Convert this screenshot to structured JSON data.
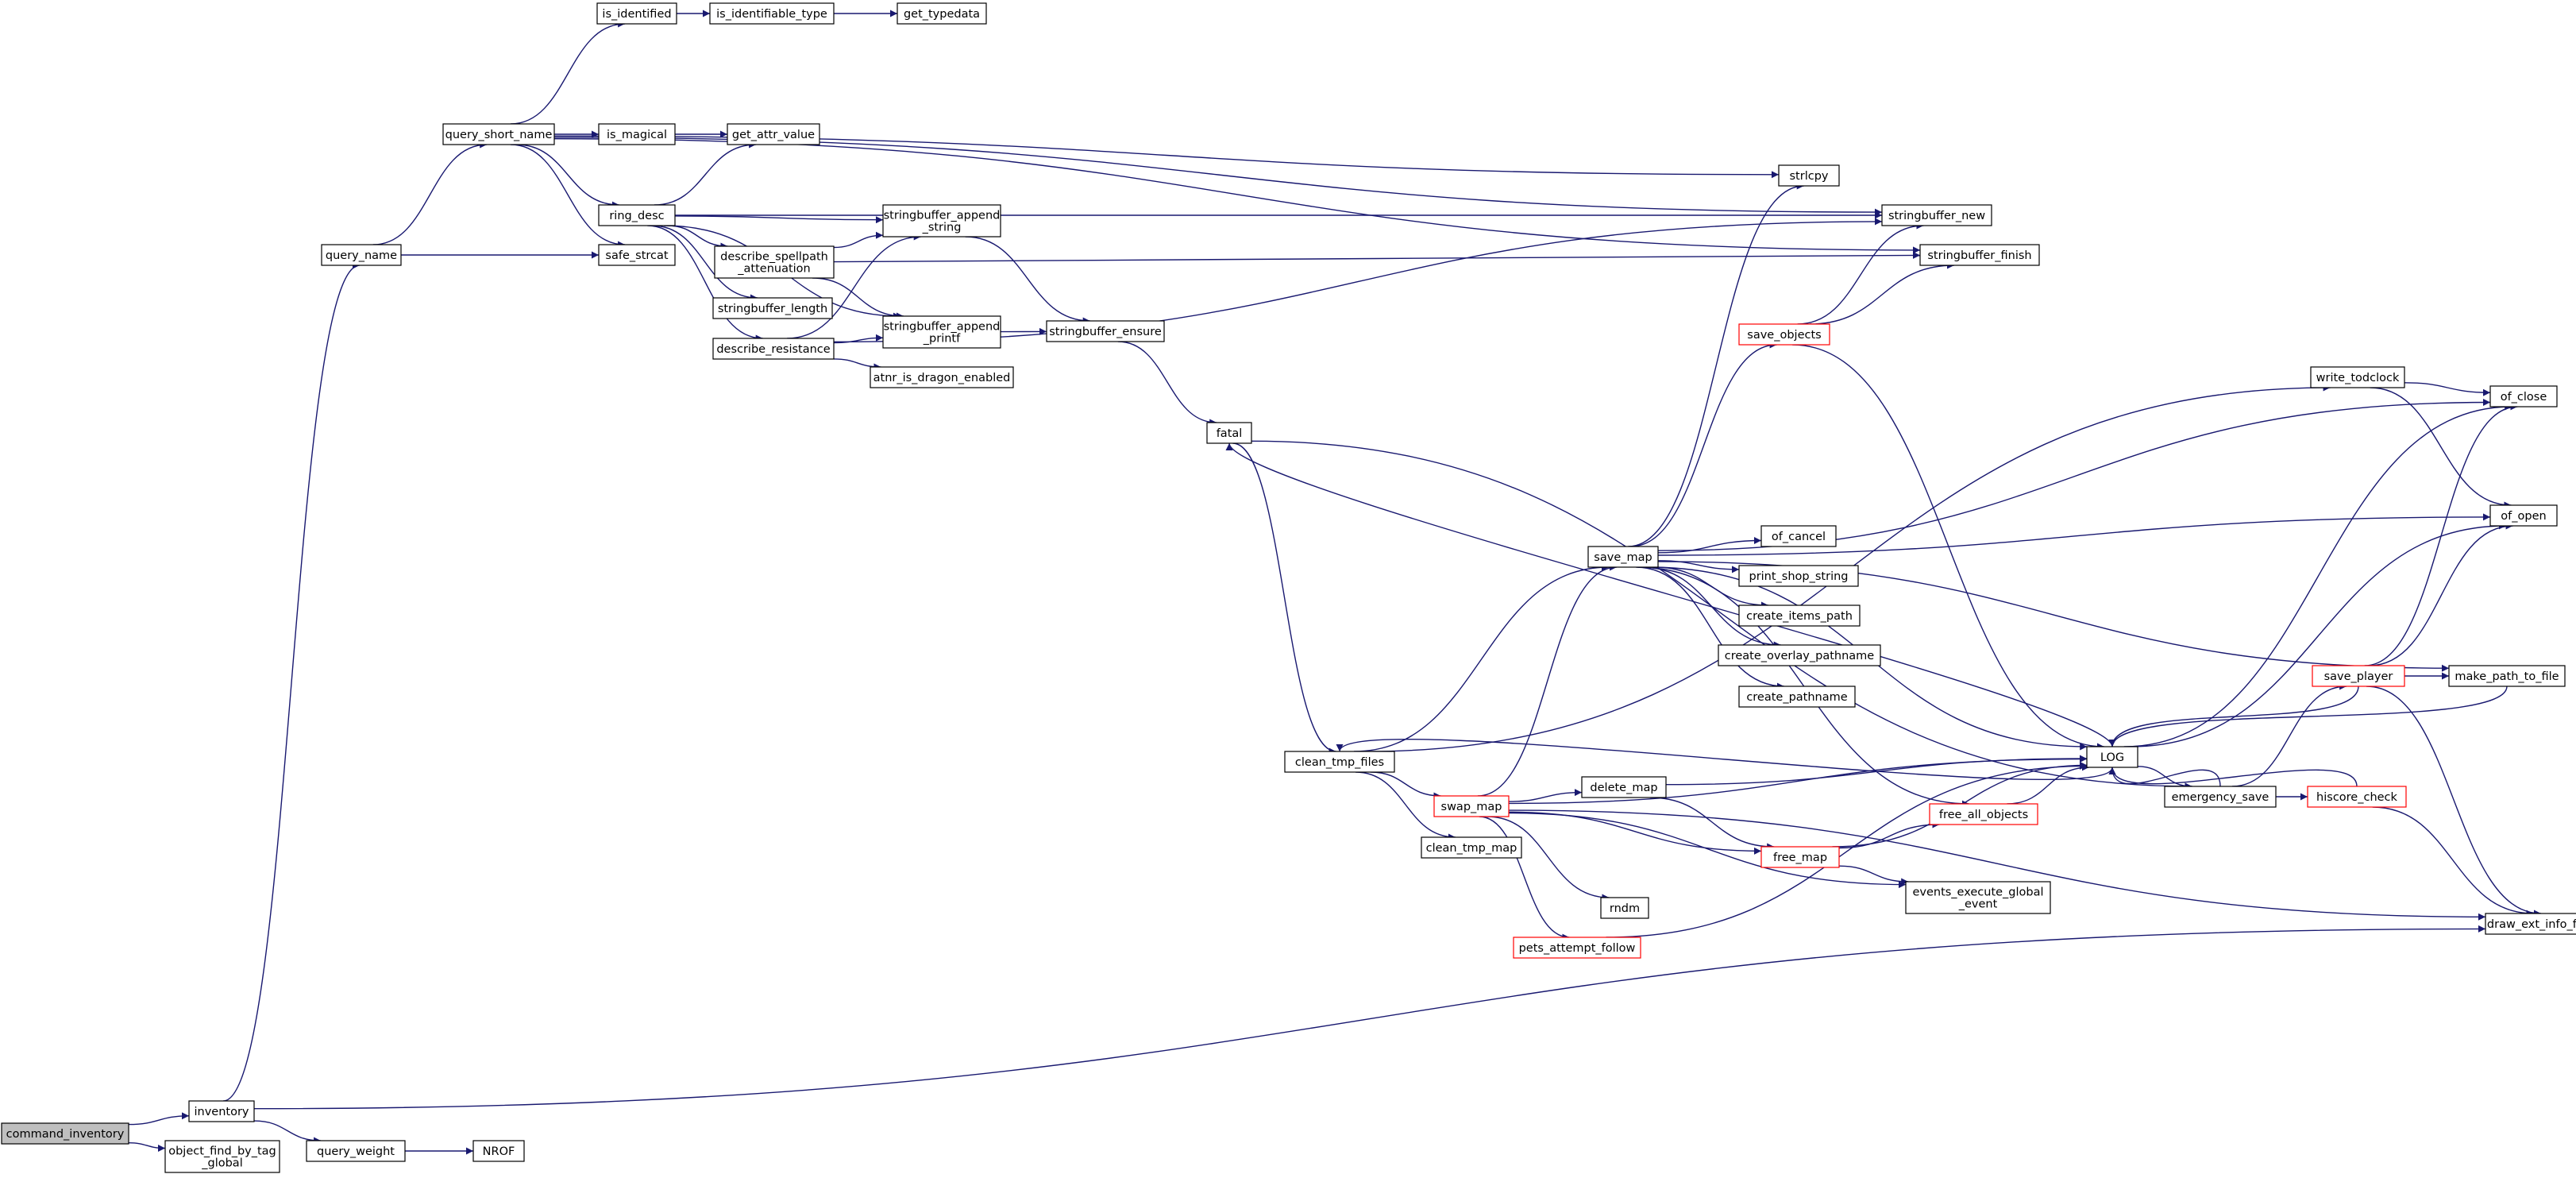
{
  "colors": {
    "edge": "#191970",
    "node_border_default": "#000000",
    "node_border_truncated": "#ff0000",
    "node_fill_root": "#bfbfbf",
    "node_fill_default": "#ffffff"
  },
  "nodes": [
    {
      "id": "command_inventory",
      "lines": [
        "command_inventory"
      ],
      "root": true
    },
    {
      "id": "inventory",
      "lines": [
        "inventory"
      ]
    },
    {
      "id": "object_find_by_tag_global",
      "lines": [
        "object_find_by_tag",
        "_global"
      ]
    },
    {
      "id": "query_weight",
      "lines": [
        "query_weight"
      ]
    },
    {
      "id": "NROF",
      "lines": [
        "NROF"
      ]
    },
    {
      "id": "query_name",
      "lines": [
        "query_name"
      ]
    },
    {
      "id": "query_short_name",
      "lines": [
        "query_short_name"
      ]
    },
    {
      "id": "safe_strcat",
      "lines": [
        "safe_strcat"
      ]
    },
    {
      "id": "is_identified",
      "lines": [
        "is_identified"
      ]
    },
    {
      "id": "is_identifiable_type",
      "lines": [
        "is_identifiable_type"
      ]
    },
    {
      "id": "get_typedata",
      "lines": [
        "get_typedata"
      ]
    },
    {
      "id": "is_magical",
      "lines": [
        "is_magical"
      ]
    },
    {
      "id": "get_attr_value",
      "lines": [
        "get_attr_value"
      ]
    },
    {
      "id": "ring_desc",
      "lines": [
        "ring_desc"
      ]
    },
    {
      "id": "stringbuffer_append_string",
      "lines": [
        "stringbuffer_append",
        "_string"
      ]
    },
    {
      "id": "describe_spellpath_attenuation",
      "lines": [
        "describe_spellpath",
        "_attenuation"
      ]
    },
    {
      "id": "stringbuffer_length",
      "lines": [
        "stringbuffer_length"
      ]
    },
    {
      "id": "describe_resistance",
      "lines": [
        "describe_resistance"
      ]
    },
    {
      "id": "stringbuffer_append_printf",
      "lines": [
        "stringbuffer_append",
        "_printf"
      ]
    },
    {
      "id": "atnr_is_dragon_enabled",
      "lines": [
        "atnr_is_dragon_enabled"
      ]
    },
    {
      "id": "stringbuffer_ensure",
      "lines": [
        "stringbuffer_ensure"
      ]
    },
    {
      "id": "fatal",
      "lines": [
        "fatal"
      ]
    },
    {
      "id": "strlcpy",
      "lines": [
        "strlcpy"
      ]
    },
    {
      "id": "stringbuffer_new",
      "lines": [
        "stringbuffer_new"
      ]
    },
    {
      "id": "stringbuffer_finish",
      "lines": [
        "stringbuffer_finish"
      ]
    },
    {
      "id": "clean_tmp_files",
      "lines": [
        "clean_tmp_files"
      ]
    },
    {
      "id": "save_map",
      "lines": [
        "save_map"
      ]
    },
    {
      "id": "save_objects",
      "lines": [
        "save_objects"
      ],
      "truncated": true
    },
    {
      "id": "of_cancel",
      "lines": [
        "of_cancel"
      ]
    },
    {
      "id": "print_shop_string",
      "lines": [
        "print_shop_string"
      ]
    },
    {
      "id": "create_items_path",
      "lines": [
        "create_items_path"
      ]
    },
    {
      "id": "create_overlay_pathname",
      "lines": [
        "create_overlay_pathname"
      ]
    },
    {
      "id": "create_pathname",
      "lines": [
        "create_pathname"
      ]
    },
    {
      "id": "swap_map",
      "lines": [
        "swap_map"
      ],
      "truncated": true
    },
    {
      "id": "delete_map",
      "lines": [
        "delete_map"
      ]
    },
    {
      "id": "clean_tmp_map",
      "lines": [
        "clean_tmp_map"
      ]
    },
    {
      "id": "free_map",
      "lines": [
        "free_map"
      ],
      "truncated": true
    },
    {
      "id": "rndm",
      "lines": [
        "rndm"
      ]
    },
    {
      "id": "pets_attempt_follow",
      "lines": [
        "pets_attempt_follow"
      ],
      "truncated": true
    },
    {
      "id": "events_execute_global_event",
      "lines": [
        "events_execute_global",
        "_event"
      ]
    },
    {
      "id": "free_all_objects",
      "lines": [
        "free_all_objects"
      ],
      "truncated": true
    },
    {
      "id": "LOG",
      "lines": [
        "LOG"
      ]
    },
    {
      "id": "emergency_save",
      "lines": [
        "emergency_save"
      ]
    },
    {
      "id": "hiscore_check",
      "lines": [
        "hiscore_check"
      ],
      "truncated": true
    },
    {
      "id": "save_player",
      "lines": [
        "save_player"
      ],
      "truncated": true
    },
    {
      "id": "write_todclock",
      "lines": [
        "write_todclock"
      ]
    },
    {
      "id": "of_close",
      "lines": [
        "of_close"
      ]
    },
    {
      "id": "of_open",
      "lines": [
        "of_open"
      ]
    },
    {
      "id": "make_path_to_file",
      "lines": [
        "make_path_to_file"
      ]
    },
    {
      "id": "draw_ext_info_format",
      "lines": [
        "draw_ext_info_format"
      ]
    }
  ],
  "edges": [
    [
      "command_inventory",
      "inventory"
    ],
    [
      "command_inventory",
      "object_find_by_tag_global"
    ],
    [
      "inventory",
      "query_name"
    ],
    [
      "inventory",
      "query_weight"
    ],
    [
      "inventory",
      "draw_ext_info_format"
    ],
    [
      "query_weight",
      "NROF"
    ],
    [
      "query_name",
      "query_short_name"
    ],
    [
      "query_name",
      "safe_strcat"
    ],
    [
      "query_short_name",
      "is_identified"
    ],
    [
      "query_short_name",
      "is_magical"
    ],
    [
      "query_short_name",
      "ring_desc"
    ],
    [
      "query_short_name",
      "safe_strcat"
    ],
    [
      "query_short_name",
      "strlcpy"
    ],
    [
      "query_short_name",
      "stringbuffer_new"
    ],
    [
      "query_short_name",
      "stringbuffer_finish"
    ],
    [
      "is_identified",
      "is_identifiable_type"
    ],
    [
      "is_identifiable_type",
      "get_typedata"
    ],
    [
      "is_magical",
      "get_attr_value"
    ],
    [
      "ring_desc",
      "get_attr_value"
    ],
    [
      "ring_desc",
      "stringbuffer_append_string"
    ],
    [
      "ring_desc",
      "describe_spellpath_attenuation"
    ],
    [
      "ring_desc",
      "stringbuffer_length"
    ],
    [
      "ring_desc",
      "describe_resistance"
    ],
    [
      "ring_desc",
      "stringbuffer_append_printf"
    ],
    [
      "ring_desc",
      "stringbuffer_new"
    ],
    [
      "describe_spellpath_attenuation",
      "stringbuffer_append_string"
    ],
    [
      "describe_spellpath_attenuation",
      "stringbuffer_append_printf"
    ],
    [
      "describe_spellpath_attenuation",
      "stringbuffer_finish"
    ],
    [
      "describe_resistance",
      "stringbuffer_append_string"
    ],
    [
      "describe_resistance",
      "stringbuffer_append_printf"
    ],
    [
      "describe_resistance",
      "atnr_is_dragon_enabled"
    ],
    [
      "describe_resistance",
      "stringbuffer_new"
    ],
    [
      "stringbuffer_append_string",
      "stringbuffer_ensure"
    ],
    [
      "stringbuffer_append_printf",
      "stringbuffer_ensure"
    ],
    [
      "stringbuffer_ensure",
      "fatal"
    ],
    [
      "fatal",
      "clean_tmp_files"
    ],
    [
      "fatal",
      "emergency_save"
    ],
    [
      "clean_tmp_files",
      "save_map"
    ],
    [
      "clean_tmp_files",
      "swap_map"
    ],
    [
      "clean_tmp_files",
      "clean_tmp_map"
    ],
    [
      "clean_tmp_files",
      "write_todclock"
    ],
    [
      "save_map",
      "strlcpy"
    ],
    [
      "save_map",
      "save_objects"
    ],
    [
      "save_map",
      "of_cancel"
    ],
    [
      "save_map",
      "print_shop_string"
    ],
    [
      "save_map",
      "create_items_path"
    ],
    [
      "save_map",
      "create_overlay_pathname"
    ],
    [
      "save_map",
      "create_pathname"
    ],
    [
      "save_map",
      "LOG"
    ],
    [
      "save_map",
      "free_all_objects"
    ],
    [
      "save_map",
      "of_close"
    ],
    [
      "save_map",
      "of_open"
    ],
    [
      "save_map",
      "make_path_to_file"
    ],
    [
      "save_objects",
      "stringbuffer_new"
    ],
    [
      "save_objects",
      "stringbuffer_finish"
    ],
    [
      "save_objects",
      "LOG"
    ],
    [
      "swap_map",
      "save_map"
    ],
    [
      "swap_map",
      "delete_map"
    ],
    [
      "swap_map",
      "free_map"
    ],
    [
      "swap_map",
      "rndm"
    ],
    [
      "swap_map",
      "pets_attempt_follow"
    ],
    [
      "swap_map",
      "events_execute_global_event"
    ],
    [
      "swap_map",
      "LOG"
    ],
    [
      "swap_map",
      "draw_ext_info_format"
    ],
    [
      "delete_map",
      "free_map"
    ],
    [
      "delete_map",
      "LOG"
    ],
    [
      "free_map",
      "free_all_objects"
    ],
    [
      "free_map",
      "events_execute_global_event"
    ],
    [
      "free_map",
      "LOG"
    ],
    [
      "pets_attempt_follow",
      "LOG"
    ],
    [
      "free_all_objects",
      "LOG"
    ],
    [
      "LOG",
      "emergency_save"
    ],
    [
      "LOG",
      "clean_tmp_files"
    ],
    [
      "LOG",
      "fatal"
    ],
    [
      "LOG",
      "of_close"
    ],
    [
      "LOG",
      "of_open"
    ],
    [
      "emergency_save",
      "save_player"
    ],
    [
      "emergency_save",
      "hiscore_check"
    ],
    [
      "emergency_save",
      "LOG"
    ],
    [
      "hiscore_check",
      "LOG"
    ],
    [
      "hiscore_check",
      "draw_ext_info_format"
    ],
    [
      "save_player",
      "LOG"
    ],
    [
      "save_player",
      "of_close"
    ],
    [
      "save_player",
      "of_open"
    ],
    [
      "save_player",
      "make_path_to_file"
    ],
    [
      "save_player",
      "draw_ext_info_format"
    ],
    [
      "write_todclock",
      "of_close"
    ],
    [
      "write_todclock",
      "of_open"
    ],
    [
      "make_path_to_file",
      "LOG"
    ]
  ]
}
